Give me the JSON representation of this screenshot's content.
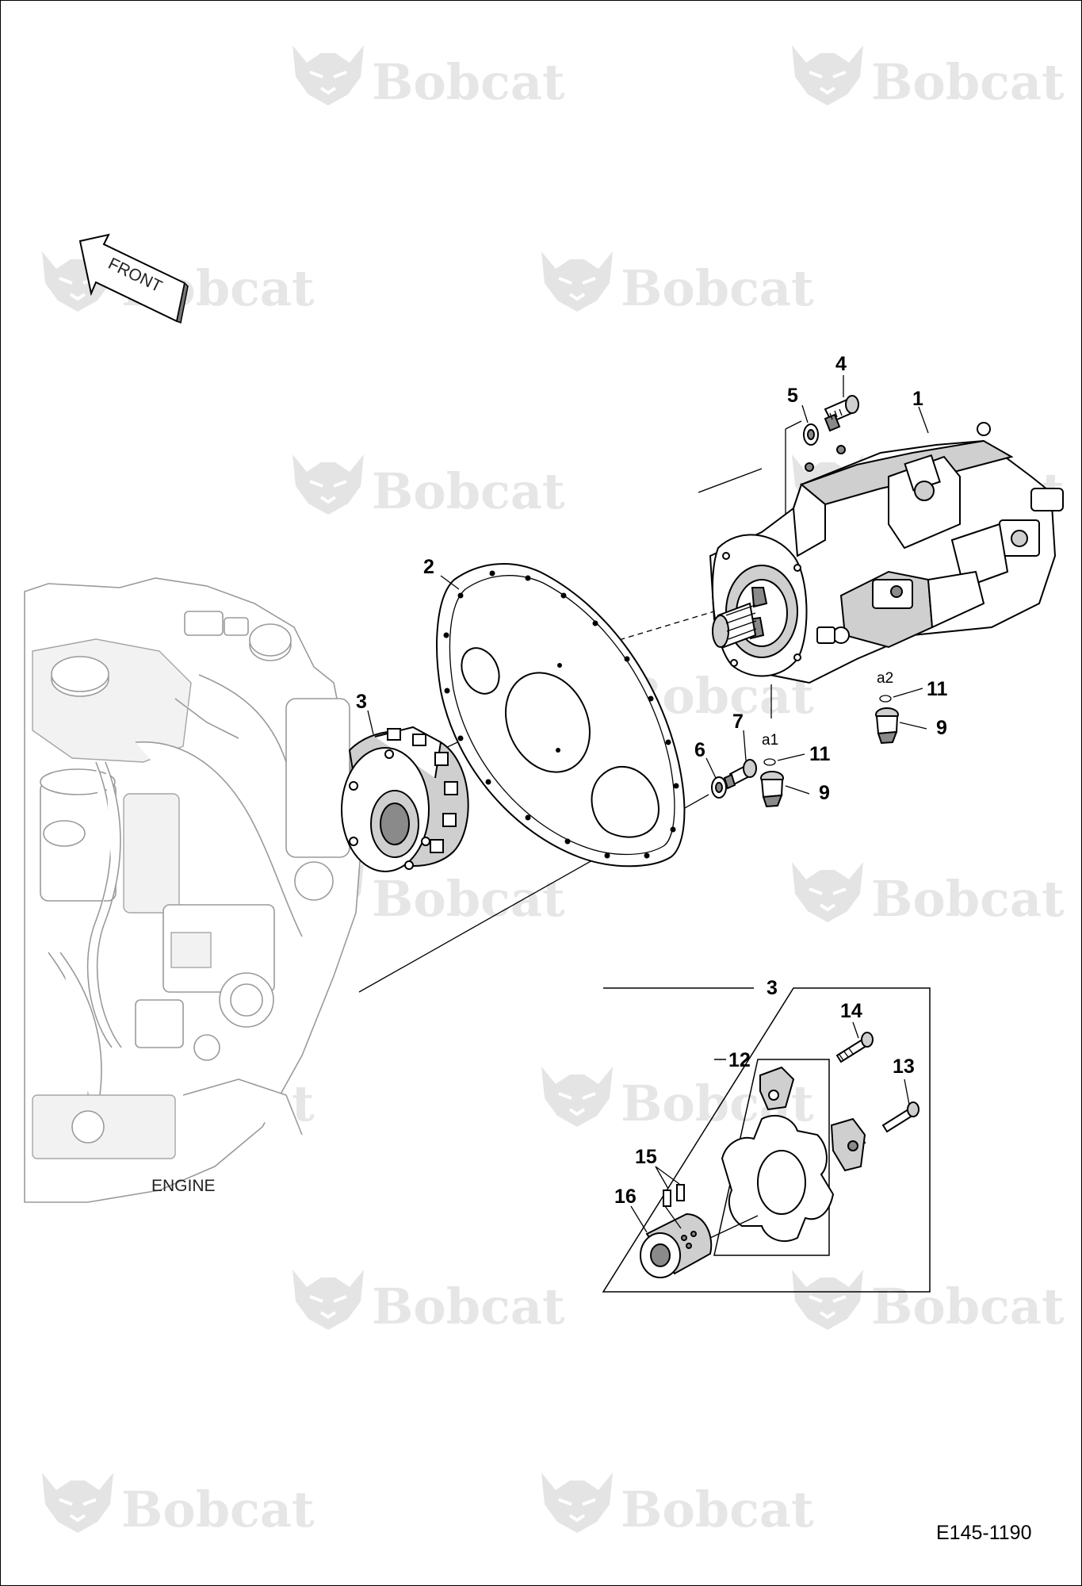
{
  "watermark": {
    "brand": "Bobcat",
    "logo_icon": "bobcat-head-logo"
  },
  "front_indicator": {
    "label": "FRONT",
    "icon": "arrow-front-icon"
  },
  "engine_label": "ENGINE",
  "callouts": {
    "pump": "1",
    "housing": "2",
    "coupling": "3",
    "bolt_4": "4",
    "washer_5": "5",
    "washer_6": "6",
    "bolt_7": "7",
    "fitting_9a": "9",
    "fitting_9b": "9",
    "oring_11a": "11",
    "oring_11b": "11",
    "tag_a1": "a1",
    "tag_a2": "a2"
  },
  "detail": {
    "ref": "3",
    "element_12": "12",
    "screw_13": "13",
    "screw_14": "14",
    "setscrew_15": "15",
    "hub_16": "16"
  },
  "doc_id": "E145-1190"
}
